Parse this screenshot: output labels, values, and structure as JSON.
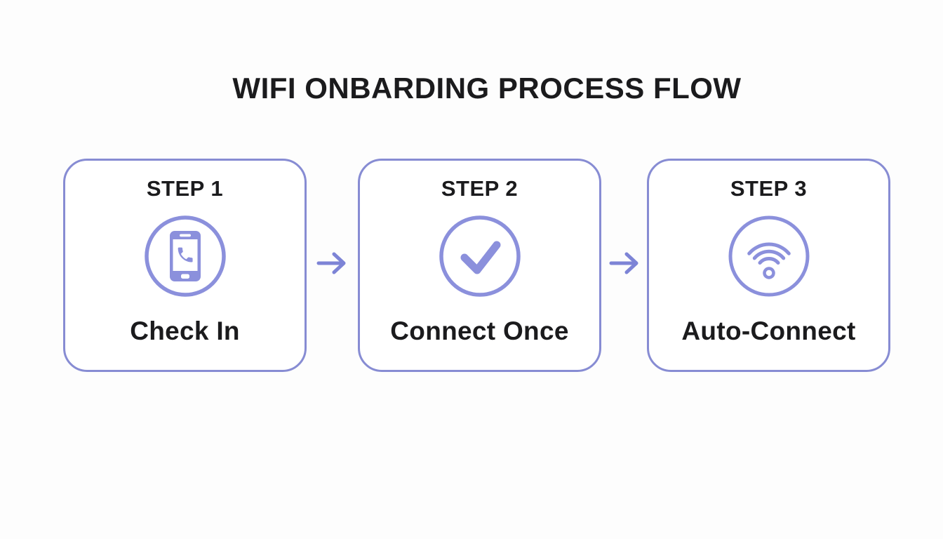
{
  "title": "WIFI ONBARDING PROCESS FLOW",
  "colors": {
    "accent": "#878cd3",
    "icon": "#8b90dc",
    "arrow": "#7d84d6",
    "text": "#1b1b1d",
    "background": "#fdfdfd"
  },
  "steps": [
    {
      "step_label": "STEP 1",
      "name": "Check In",
      "icon": "phone-icon"
    },
    {
      "step_label": "STEP 2",
      "name": "Connect Once",
      "icon": "check-circle-icon"
    },
    {
      "step_label": "STEP 3",
      "name": "Auto-Connect",
      "icon": "wifi-icon"
    }
  ],
  "connectors": [
    {
      "icon": "arrow-right-icon"
    },
    {
      "icon": "arrow-right-icon"
    }
  ]
}
